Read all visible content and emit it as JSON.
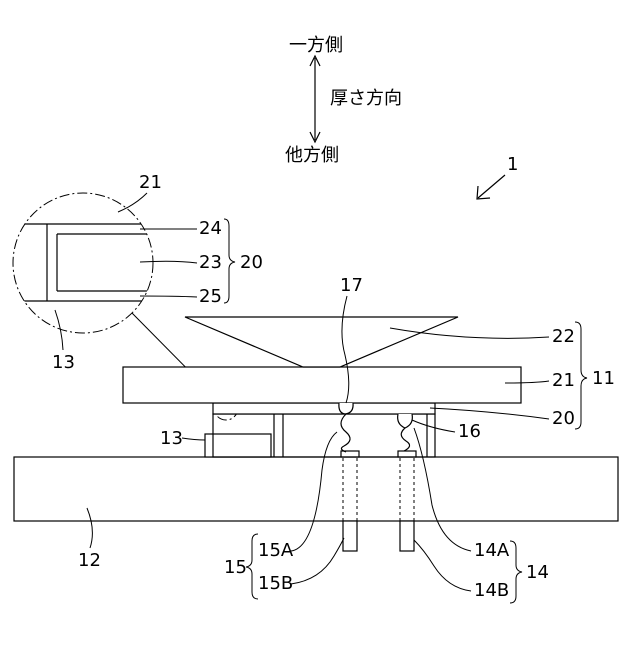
{
  "direction": {
    "one_side": "一方側",
    "thickness_direction": "厚さ方向",
    "other_side": "他方側"
  },
  "labels": {
    "device": "1",
    "inset_layer_21": "21",
    "inset_layer_24": "24",
    "inset_layer_23": "23",
    "inset_group_20": "20",
    "inset_layer_25": "25",
    "inset_spacer_13": "13",
    "bump_17": "17",
    "prism_22": "22",
    "plate_21": "21",
    "group_11": "11",
    "layer_20": "20",
    "pad_16": "16",
    "spacer_13": "13",
    "substrate_12": "12",
    "pin_15A": "15A",
    "group_15": "15",
    "pin_15B": "15B",
    "pin_14A": "14A",
    "group_14": "14",
    "pin_14B": "14B"
  }
}
